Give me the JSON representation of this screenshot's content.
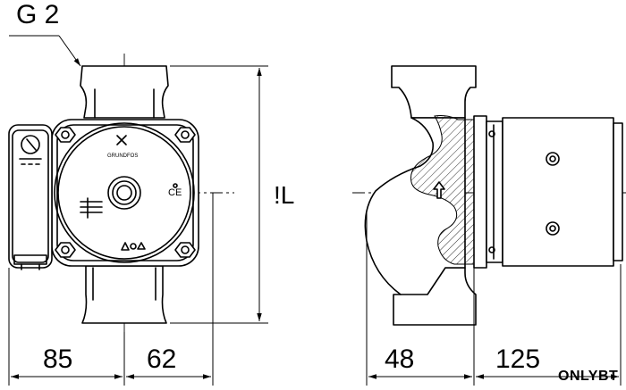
{
  "labels": {
    "thread": "G 2",
    "length": "!L",
    "dim_left": "85",
    "dim_mid": "62",
    "dim_side": "48",
    "dim_motor": "125",
    "watermark": "ONLYBT",
    "logo_text": "GRUNDFOS",
    "ce_mark": "CE"
  },
  "colors": {
    "line": "#000000",
    "background": "#ffffff"
  }
}
